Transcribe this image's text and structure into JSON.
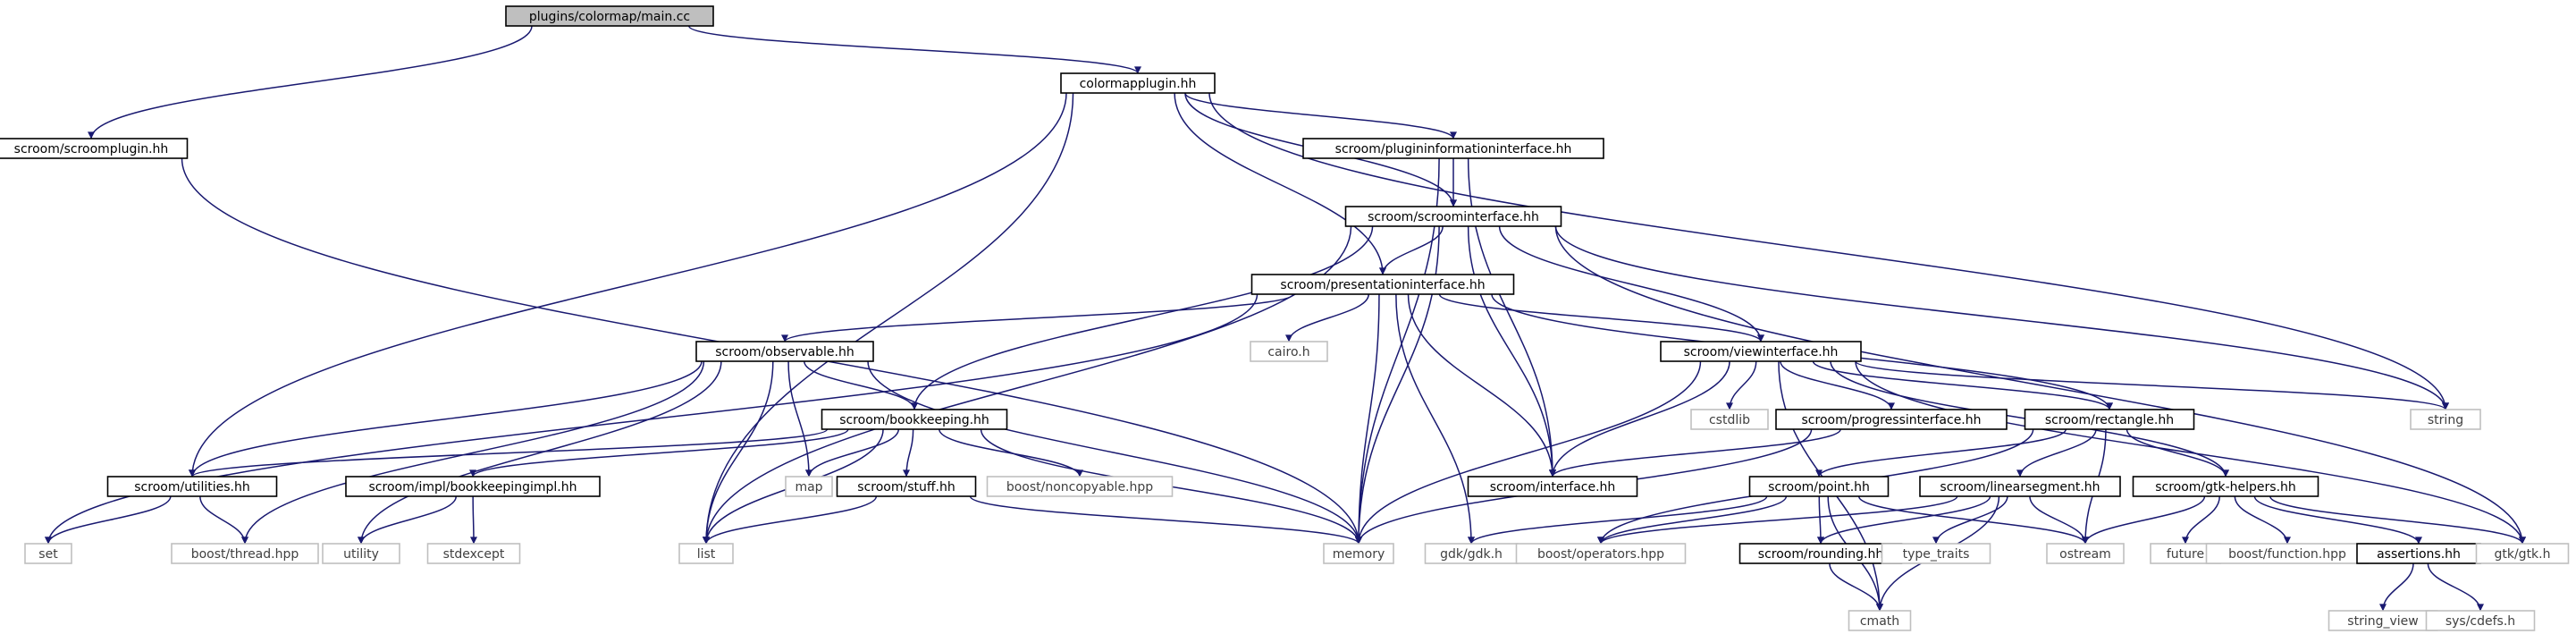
{
  "colors": {
    "edge": "#191970",
    "node_border": "#000000",
    "external_border": "#bfbfbf",
    "external_text": "#404040",
    "root_fill": "#bfbfbf",
    "background": "#ffffff"
  },
  "nodes": [
    {
      "id": "main",
      "label": "plugins/colormap/main.cc",
      "kind": "root"
    },
    {
      "id": "colormapplugin",
      "label": "colormapplugin.hh",
      "kind": "file"
    },
    {
      "id": "scroomplugin",
      "label": "scroom/scroomplugin.hh",
      "kind": "file"
    },
    {
      "id": "plugininfo",
      "label": "scroom/plugininformationinterface.hh",
      "kind": "file"
    },
    {
      "id": "scroominterface",
      "label": "scroom/scroominterface.hh",
      "kind": "file"
    },
    {
      "id": "presentation",
      "label": "scroom/presentationinterface.hh",
      "kind": "file"
    },
    {
      "id": "observable",
      "label": "scroom/observable.hh",
      "kind": "file"
    },
    {
      "id": "cairo",
      "label": "cairo.h",
      "kind": "external"
    },
    {
      "id": "viewinterface",
      "label": "scroom/viewinterface.hh",
      "kind": "file"
    },
    {
      "id": "bookkeeping",
      "label": "scroom/bookkeeping.hh",
      "kind": "file"
    },
    {
      "id": "cstdlib",
      "label": "cstdlib",
      "kind": "external"
    },
    {
      "id": "progress",
      "label": "scroom/progressinterface.hh",
      "kind": "file"
    },
    {
      "id": "rectangle",
      "label": "scroom/rectangle.hh",
      "kind": "file"
    },
    {
      "id": "string",
      "label": "string",
      "kind": "external"
    },
    {
      "id": "utilities",
      "label": "scroom/utilities.hh",
      "kind": "file"
    },
    {
      "id": "bookkeepingimpl",
      "label": "scroom/impl/bookkeepingimpl.hh",
      "kind": "file"
    },
    {
      "id": "map",
      "label": "map",
      "kind": "external"
    },
    {
      "id": "stuff",
      "label": "scroom/stuff.hh",
      "kind": "file"
    },
    {
      "id": "noncopyable",
      "label": "boost/noncopyable.hpp",
      "kind": "external"
    },
    {
      "id": "interfacehh",
      "label": "scroom/interface.hh",
      "kind": "file"
    },
    {
      "id": "point",
      "label": "scroom/point.hh",
      "kind": "file"
    },
    {
      "id": "linearsegment",
      "label": "scroom/linearsegment.hh",
      "kind": "file"
    },
    {
      "id": "gtkhelpers",
      "label": "scroom/gtk-helpers.hh",
      "kind": "file"
    },
    {
      "id": "set",
      "label": "set",
      "kind": "external"
    },
    {
      "id": "thread",
      "label": "boost/thread.hpp",
      "kind": "external"
    },
    {
      "id": "utility",
      "label": "utility",
      "kind": "external"
    },
    {
      "id": "stdexcept",
      "label": "stdexcept",
      "kind": "external"
    },
    {
      "id": "list",
      "label": "list",
      "kind": "external"
    },
    {
      "id": "memory",
      "label": "memory",
      "kind": "external"
    },
    {
      "id": "gdk",
      "label": "gdk/gdk.h",
      "kind": "external"
    },
    {
      "id": "operators",
      "label": "boost/operators.hpp",
      "kind": "external"
    },
    {
      "id": "rounding",
      "label": "scroom/rounding.hh",
      "kind": "file"
    },
    {
      "id": "typetraits",
      "label": "type_traits",
      "kind": "external"
    },
    {
      "id": "ostream",
      "label": "ostream",
      "kind": "external"
    },
    {
      "id": "future",
      "label": "future",
      "kind": "external"
    },
    {
      "id": "function",
      "label": "boost/function.hpp",
      "kind": "external"
    },
    {
      "id": "assertions",
      "label": "assertions.hh",
      "kind": "file"
    },
    {
      "id": "gtk",
      "label": "gtk/gtk.h",
      "kind": "external"
    },
    {
      "id": "cmath",
      "label": "cmath",
      "kind": "external"
    },
    {
      "id": "stringview",
      "label": "string_view",
      "kind": "external"
    },
    {
      "id": "cdefs",
      "label": "sys/cdefs.h",
      "kind": "external"
    }
  ],
  "edges": [
    [
      "main",
      "colormapplugin"
    ],
    [
      "main",
      "scroomplugin"
    ],
    [
      "colormapplugin",
      "plugininfo"
    ],
    [
      "colormapplugin",
      "scroominterface"
    ],
    [
      "colormapplugin",
      "presentation"
    ],
    [
      "colormapplugin",
      "utilities"
    ],
    [
      "colormapplugin",
      "list"
    ],
    [
      "colormapplugin",
      "string"
    ],
    [
      "scroomplugin",
      "memory"
    ],
    [
      "plugininfo",
      "scroominterface"
    ],
    [
      "plugininfo",
      "memory"
    ],
    [
      "plugininfo",
      "interfacehh"
    ],
    [
      "scroominterface",
      "presentation"
    ],
    [
      "scroominterface",
      "viewinterface"
    ],
    [
      "scroominterface",
      "bookkeeping"
    ],
    [
      "scroominterface",
      "interfacehh"
    ],
    [
      "scroominterface",
      "list"
    ],
    [
      "scroominterface",
      "memory"
    ],
    [
      "scroominterface",
      "string"
    ],
    [
      "scroominterface",
      "gtk"
    ],
    [
      "presentation",
      "observable"
    ],
    [
      "presentation",
      "cairo"
    ],
    [
      "presentation",
      "viewinterface"
    ],
    [
      "presentation",
      "rectangle"
    ],
    [
      "presentation",
      "interfacehh"
    ],
    [
      "presentation",
      "memory"
    ],
    [
      "presentation",
      "gdk"
    ],
    [
      "presentation",
      "set"
    ],
    [
      "observable",
      "bookkeeping"
    ],
    [
      "observable",
      "utilities"
    ],
    [
      "observable",
      "map"
    ],
    [
      "observable",
      "list"
    ],
    [
      "observable",
      "memory"
    ],
    [
      "observable",
      "thread"
    ],
    [
      "observable",
      "utility"
    ],
    [
      "viewinterface",
      "cstdlib"
    ],
    [
      "viewinterface",
      "progress"
    ],
    [
      "viewinterface",
      "rectangle"
    ],
    [
      "viewinterface",
      "interfacehh"
    ],
    [
      "viewinterface",
      "gtkhelpers"
    ],
    [
      "viewinterface",
      "string"
    ],
    [
      "viewinterface",
      "gtk"
    ],
    [
      "viewinterface",
      "memory"
    ],
    [
      "viewinterface",
      "cmath"
    ],
    [
      "bookkeeping",
      "utilities"
    ],
    [
      "bookkeeping",
      "bookkeepingimpl"
    ],
    [
      "bookkeeping",
      "map"
    ],
    [
      "bookkeeping",
      "stuff"
    ],
    [
      "bookkeeping",
      "noncopyable"
    ],
    [
      "bookkeeping",
      "list"
    ],
    [
      "bookkeeping",
      "memory"
    ],
    [
      "progress",
      "interfacehh"
    ],
    [
      "progress",
      "memory"
    ],
    [
      "rectangle",
      "point"
    ],
    [
      "rectangle",
      "linearsegment"
    ],
    [
      "rectangle",
      "gtkhelpers"
    ],
    [
      "rectangle",
      "operators"
    ],
    [
      "rectangle",
      "ostream"
    ],
    [
      "utilities",
      "set"
    ],
    [
      "utilities",
      "thread"
    ],
    [
      "bookkeepingimpl",
      "utility"
    ],
    [
      "bookkeepingimpl",
      "stdexcept"
    ],
    [
      "stuff",
      "list"
    ],
    [
      "stuff",
      "memory"
    ],
    [
      "point",
      "rounding"
    ],
    [
      "point",
      "operators"
    ],
    [
      "point",
      "ostream"
    ],
    [
      "point",
      "cmath"
    ],
    [
      "point",
      "gdk"
    ],
    [
      "linearsegment",
      "rounding"
    ],
    [
      "linearsegment",
      "typetraits"
    ],
    [
      "linearsegment",
      "ostream"
    ],
    [
      "linearsegment",
      "cmath"
    ],
    [
      "linearsegment",
      "operators"
    ],
    [
      "gtkhelpers",
      "assertions"
    ],
    [
      "gtkhelpers",
      "future"
    ],
    [
      "gtkhelpers",
      "function"
    ],
    [
      "gtkhelpers",
      "ostream"
    ],
    [
      "gtkhelpers",
      "gtk"
    ],
    [
      "rounding",
      "cmath"
    ],
    [
      "assertions",
      "stringview"
    ],
    [
      "assertions",
      "cdefs"
    ]
  ]
}
